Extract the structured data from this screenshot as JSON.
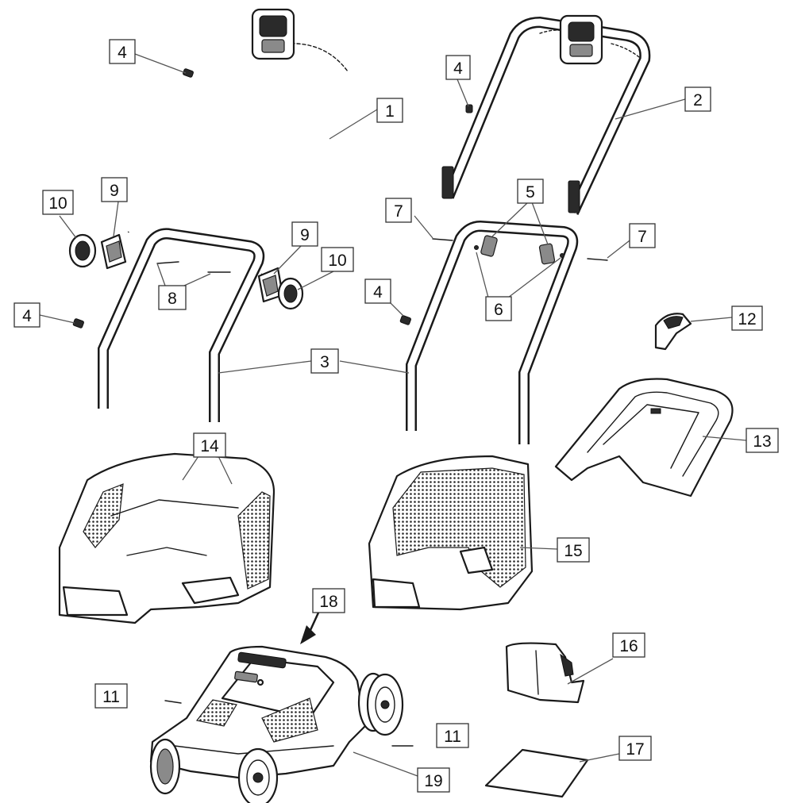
{
  "diagram": {
    "labels": [
      {
        "id": "label-1",
        "text": "1"
      },
      {
        "id": "label-2",
        "text": "2"
      },
      {
        "id": "label-3",
        "text": "3"
      },
      {
        "id": "label-4a",
        "text": "4"
      },
      {
        "id": "label-4b",
        "text": "4"
      },
      {
        "id": "label-4c",
        "text": "4"
      },
      {
        "id": "label-4d",
        "text": "4"
      },
      {
        "id": "label-5",
        "text": "5"
      },
      {
        "id": "label-6",
        "text": "6"
      },
      {
        "id": "label-7a",
        "text": "7"
      },
      {
        "id": "label-7b",
        "text": "7"
      },
      {
        "id": "label-8",
        "text": "8"
      },
      {
        "id": "label-9a",
        "text": "9"
      },
      {
        "id": "label-9b",
        "text": "9"
      },
      {
        "id": "label-10a",
        "text": "10"
      },
      {
        "id": "label-10b",
        "text": "10"
      },
      {
        "id": "label-11a",
        "text": "11"
      },
      {
        "id": "label-11b",
        "text": "11"
      },
      {
        "id": "label-12",
        "text": "12"
      },
      {
        "id": "label-13",
        "text": "13"
      },
      {
        "id": "label-14",
        "text": "14"
      },
      {
        "id": "label-15",
        "text": "15"
      },
      {
        "id": "label-16",
        "text": "16"
      },
      {
        "id": "label-17",
        "text": "17"
      },
      {
        "id": "label-18",
        "text": "18"
      },
      {
        "id": "label-19",
        "text": "19"
      }
    ]
  }
}
